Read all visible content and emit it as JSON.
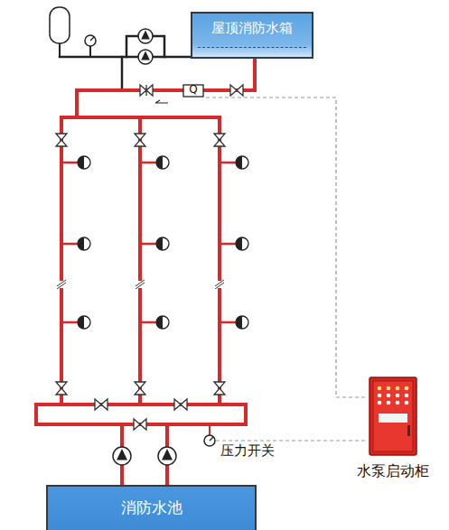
{
  "diagram": {
    "nodes": [
      {
        "text": [
          "屋顶消防水箱"
        ]
      },
      {
        "text": [
          "水泵启动柜"
        ]
      },
      {
        "text": [
          "消防水池"
        ]
      }
    ],
    "labels": [
      "Q",
      "压力开关"
    ]
  }
}
